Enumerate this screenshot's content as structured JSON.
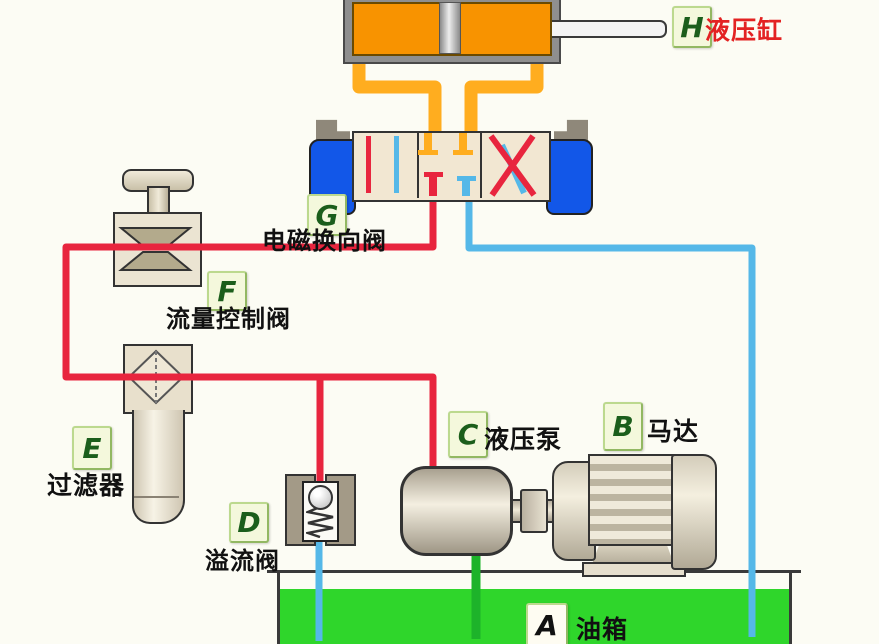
{
  "diagram": {
    "kind": "hydraulic-system-schematic",
    "components": [
      {
        "letter": "A",
        "label": "油箱"
      },
      {
        "letter": "B",
        "label": "马达"
      },
      {
        "letter": "C",
        "label": "液压泵"
      },
      {
        "letter": "D",
        "label": "溢流阀"
      },
      {
        "letter": "E",
        "label": "过滤器"
      },
      {
        "letter": "F",
        "label": "流量控制阀"
      },
      {
        "letter": "G",
        "label": "电磁换向阀"
      },
      {
        "letter": "H",
        "label": "液压缸"
      }
    ]
  },
  "colors": {
    "pressure_line_red": "#e8253e",
    "return_line_blue": "#55b8e8",
    "cylinder_line_orange": "#ffad1f",
    "suction_line_green": "#1db32a",
    "tank_fill_green": "#2fd62b",
    "solenoid_blue": "#1257e8",
    "cylinder_orange": "#f89300",
    "label_letter_green": "#1b5e1b",
    "h_label_text_red": "#e32222"
  }
}
